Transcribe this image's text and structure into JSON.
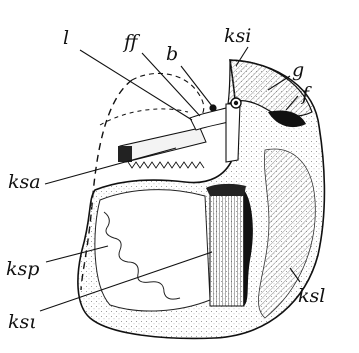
{
  "figure": {
    "labels": {
      "l": "l",
      "ff": "ff",
      "b": "b",
      "ksi_top": "ksi",
      "g": "g",
      "f": "f",
      "ksa": "ksa",
      "ksp": "ksp",
      "ksl": "ksl",
      "ksi_bottom": "ksι"
    }
  }
}
